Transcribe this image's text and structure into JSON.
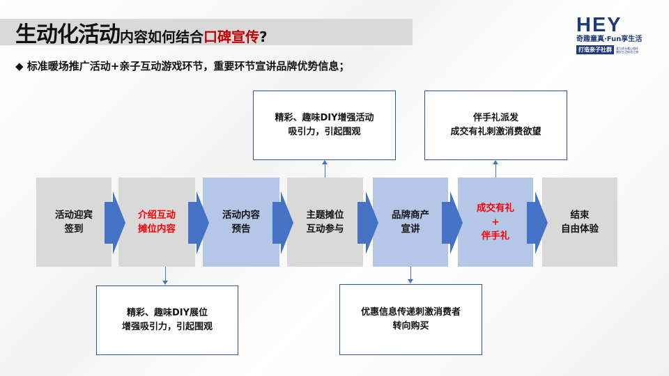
{
  "header": {
    "title_bold": "生动化活动",
    "title_mid": "内容如何结合",
    "title_red": "口碑宣传",
    "title_end": "?",
    "subtitle": "◆ 标准暖场推广活动+亲子互动游戏环节，重要环节宣讲品牌优势信息；"
  },
  "logo": {
    "brand": "HEY",
    "tagline": "奇趣童真·Fun享生活",
    "badge": "打造亲子社群",
    "small_line1": "爱与成长暖心相伴",
    "small_line2": "美好生活体验之旅"
  },
  "steps": [
    {
      "line1": "活动迎宾",
      "line2": "签到",
      "highlight": false
    },
    {
      "line1": "介绍互动",
      "line2": "摊位内容",
      "highlight": true
    },
    {
      "line1": "活动内容",
      "line2": "预告",
      "highlight": false
    },
    {
      "line1": "主题摊位",
      "line2": "互动参与",
      "highlight": false
    },
    {
      "line1": "品牌商产",
      "line2": "宣讲",
      "highlight": false
    },
    {
      "line1": "成交有礼",
      "line2": "+",
      "line3": "伴手礼",
      "highlight": true
    },
    {
      "line1": "结束",
      "line2": "自由体验",
      "highlight": false
    }
  ],
  "callouts": {
    "top1": {
      "line1": "精彩、趣味DIY增强活动",
      "line2": "吸引力，引起围观"
    },
    "top2": {
      "line1": "伴手礼派发",
      "line2": "成交有礼刺激消费欲望"
    },
    "bottom1": {
      "line1": "精彩、趣味DIY展位",
      "line2": "增强吸引力，引起围观"
    },
    "bottom2": {
      "line1": "优惠信息传递刺激消费者",
      "line2": "转向购买"
    }
  },
  "colors": {
    "grey_box": "#d9d9d9",
    "blue_box": "#b4c7e7",
    "arrow": "#4472c4",
    "highlight_text": "#ff0000",
    "title_red": "#c00000",
    "brand": "#1f3a78"
  }
}
